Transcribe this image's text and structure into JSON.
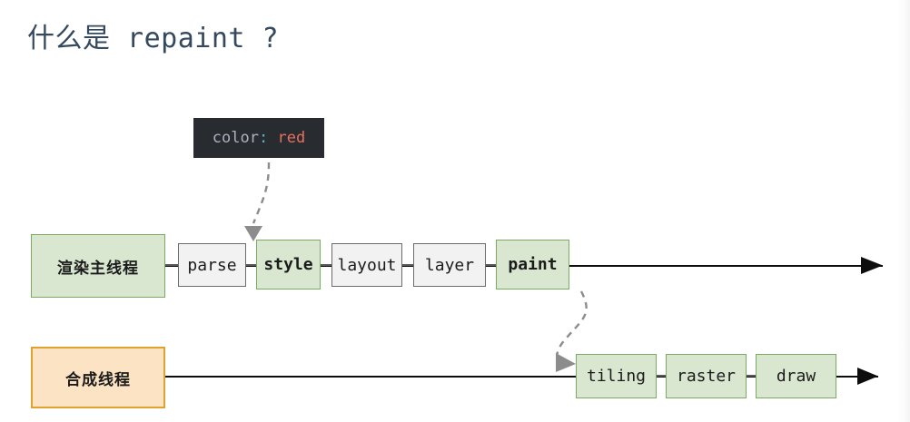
{
  "page": {
    "title": "什么是 repaint ?",
    "background": "#ffffff",
    "title_color": "#34495e"
  },
  "code_snippet": {
    "property": "color",
    "separator": ":",
    "value": " red",
    "background": "#282c30",
    "property_color": "#abb2bf",
    "separator_color": "#56b6c2",
    "value_color": "#e8705f"
  },
  "colors": {
    "green_fill": "#d9e7d0",
    "green_border": "#7aab63",
    "gray_fill": "#f2f2f2",
    "gray_border": "#6b6b6b",
    "orange_fill": "#fbe3c4",
    "orange_border": "#e0a130",
    "line": "#0d0d0d",
    "dashed_arrow": "#8c8c8c"
  },
  "lanes": [
    {
      "id": "main-thread",
      "label": "渲染主线程",
      "style": "green",
      "steps": [
        {
          "label": "parse",
          "style": "gray",
          "highlight": false
        },
        {
          "label": "style",
          "style": "green",
          "highlight": true
        },
        {
          "label": "layout",
          "style": "gray",
          "highlight": false
        },
        {
          "label": "layer",
          "style": "gray",
          "highlight": false
        },
        {
          "label": "paint",
          "style": "green",
          "highlight": true
        }
      ]
    },
    {
      "id": "compositor-thread",
      "label": "合成线程",
      "style": "orange",
      "steps": [
        {
          "label": "tiling",
          "style": "green",
          "highlight": false
        },
        {
          "label": "raster",
          "style": "green",
          "highlight": false
        },
        {
          "label": "draw",
          "style": "green",
          "highlight": false
        }
      ]
    }
  ],
  "annotations": [
    {
      "id": "code-to-style",
      "from": "code_snippet",
      "to": "style",
      "kind": "dashed-arrow"
    },
    {
      "id": "paint-to-tiling",
      "from": "paint",
      "to": "tiling",
      "kind": "dashed-arrow"
    }
  ]
}
